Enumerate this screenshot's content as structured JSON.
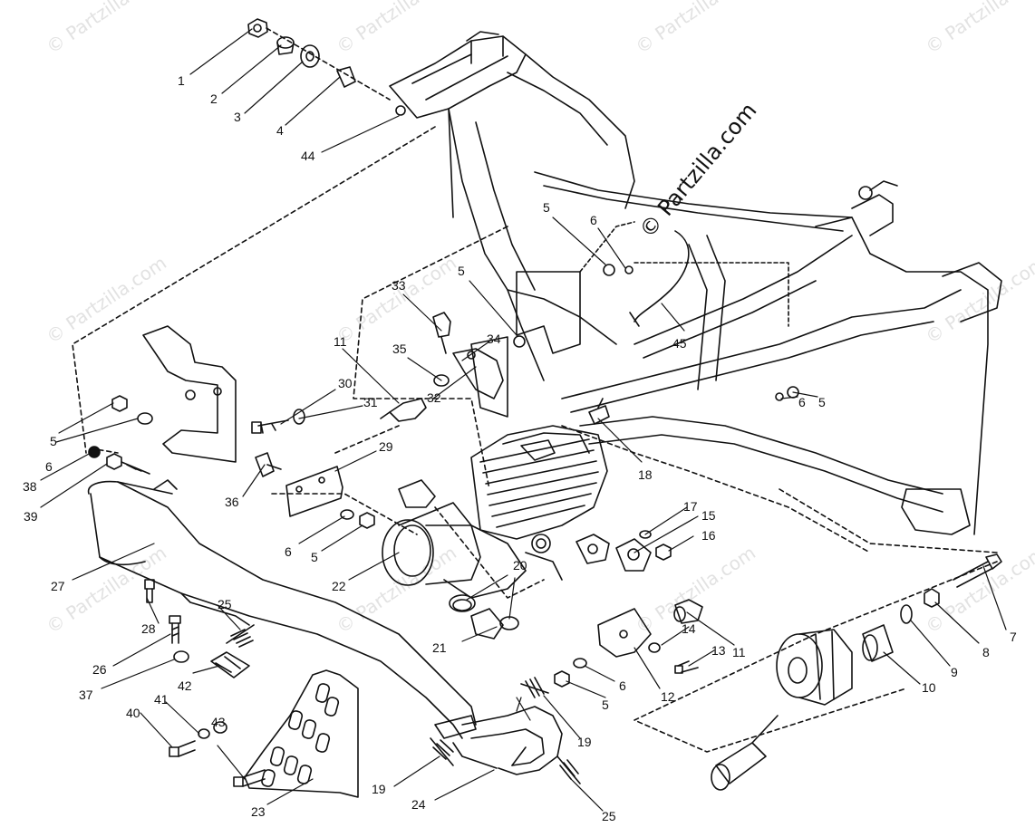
{
  "watermark": {
    "text": "© Partzilla.com"
  },
  "callouts": [
    {
      "id": "c1",
      "label": "1"
    },
    {
      "id": "c2",
      "label": "2"
    },
    {
      "id": "c3",
      "label": "3"
    },
    {
      "id": "c4",
      "label": "4"
    },
    {
      "id": "c44",
      "label": "44"
    },
    {
      "id": "c5a",
      "label": "5"
    },
    {
      "id": "c6a",
      "label": "6"
    },
    {
      "id": "c5b",
      "label": "5"
    },
    {
      "id": "c33",
      "label": "33"
    },
    {
      "id": "c45",
      "label": "45"
    },
    {
      "id": "c11a",
      "label": "11"
    },
    {
      "id": "c35",
      "label": "35"
    },
    {
      "id": "c34",
      "label": "34"
    },
    {
      "id": "c30",
      "label": "30"
    },
    {
      "id": "c31",
      "label": "31"
    },
    {
      "id": "c32",
      "label": "32"
    },
    {
      "id": "c6b",
      "label": "6"
    },
    {
      "id": "c5c",
      "label": "5"
    },
    {
      "id": "c5d",
      "label": "5"
    },
    {
      "id": "c6c",
      "label": "6"
    },
    {
      "id": "c38",
      "label": "38"
    },
    {
      "id": "c39",
      "label": "39"
    },
    {
      "id": "c18",
      "label": "18"
    },
    {
      "id": "c29",
      "label": "29"
    },
    {
      "id": "c36",
      "label": "36"
    },
    {
      "id": "c6d",
      "label": "6"
    },
    {
      "id": "c5e",
      "label": "5"
    },
    {
      "id": "c17",
      "label": "17"
    },
    {
      "id": "c15",
      "label": "15"
    },
    {
      "id": "c16",
      "label": "16"
    },
    {
      "id": "c22",
      "label": "22"
    },
    {
      "id": "c27",
      "label": "27"
    },
    {
      "id": "c20",
      "label": "20"
    },
    {
      "id": "c7",
      "label": "7"
    },
    {
      "id": "c28",
      "label": "28"
    },
    {
      "id": "c25a",
      "label": "25"
    },
    {
      "id": "c8",
      "label": "8"
    },
    {
      "id": "c14",
      "label": "14"
    },
    {
      "id": "c21",
      "label": "21"
    },
    {
      "id": "c11b",
      "label": "11"
    },
    {
      "id": "c13",
      "label": "13"
    },
    {
      "id": "c26",
      "label": "26"
    },
    {
      "id": "c9",
      "label": "9"
    },
    {
      "id": "c37",
      "label": "37"
    },
    {
      "id": "c42",
      "label": "42"
    },
    {
      "id": "c6e",
      "label": "6"
    },
    {
      "id": "c12",
      "label": "12"
    },
    {
      "id": "c10",
      "label": "10"
    },
    {
      "id": "c5f",
      "label": "5"
    },
    {
      "id": "c41",
      "label": "41"
    },
    {
      "id": "c40",
      "label": "40"
    },
    {
      "id": "c43",
      "label": "43"
    },
    {
      "id": "c19a",
      "label": "19"
    },
    {
      "id": "c19b",
      "label": "19"
    },
    {
      "id": "c23",
      "label": "23"
    },
    {
      "id": "c24",
      "label": "24"
    },
    {
      "id": "c25b",
      "label": "25"
    }
  ]
}
